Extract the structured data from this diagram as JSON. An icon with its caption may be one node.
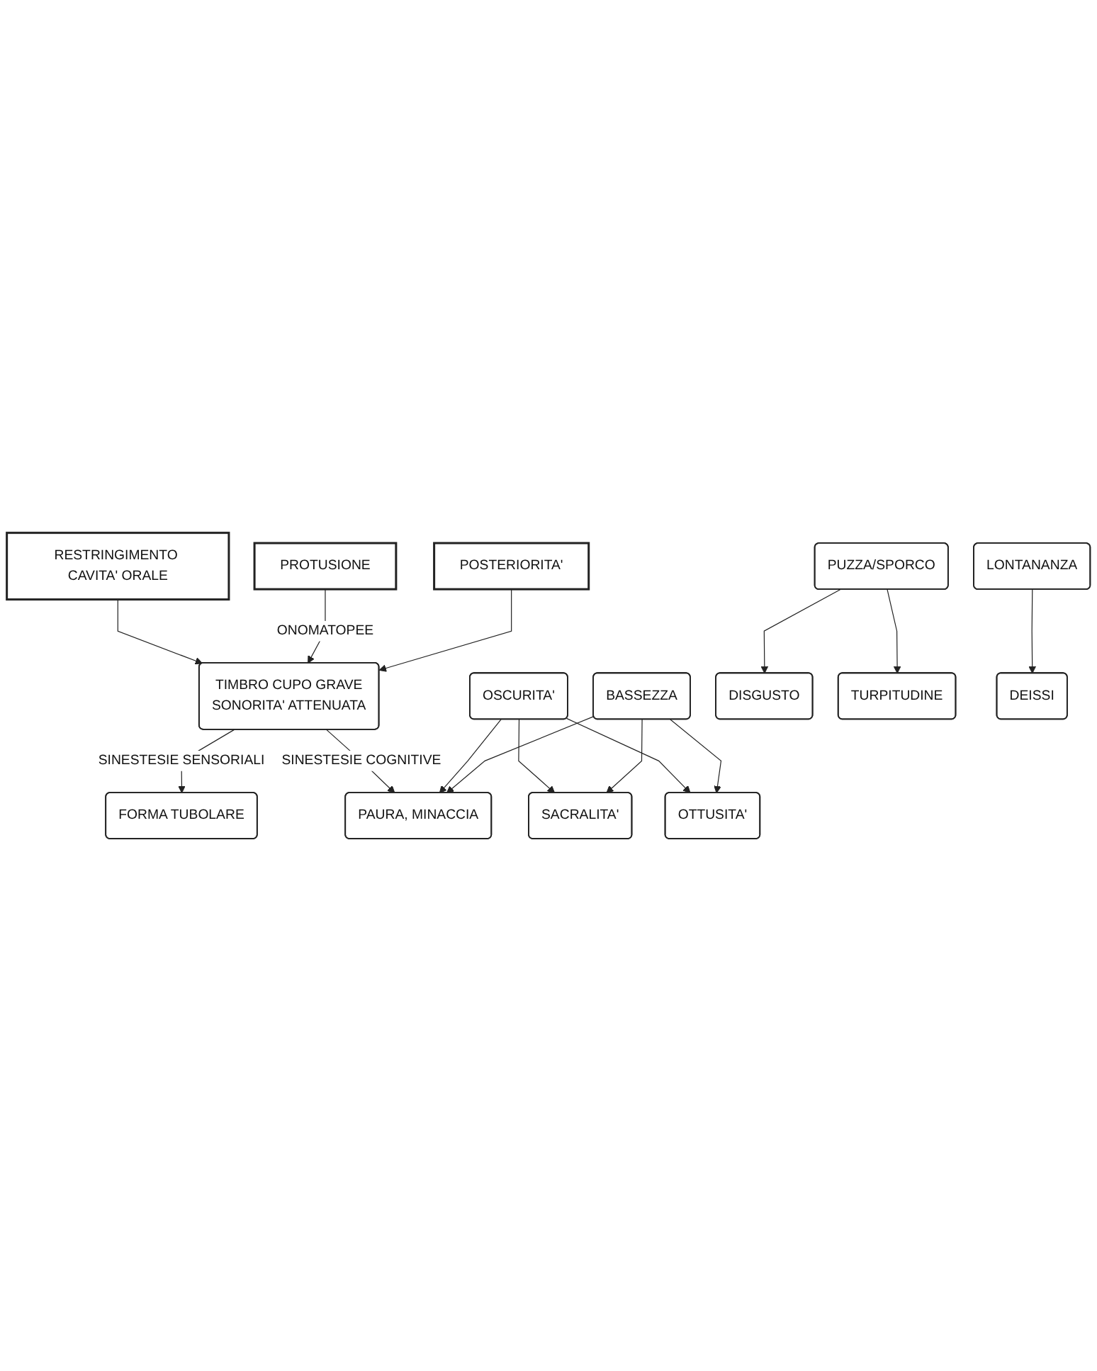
{
  "diagram": {
    "nodes": [
      {
        "text": [
          "RESTRINGIMENTO CAVITA' ORALE"
        ]
      },
      {
        "text": [
          "PROTUSIONE"
        ]
      },
      {
        "text": [
          "POSTERIORITA'"
        ]
      },
      {
        "text": [
          "TIMBRO CUPO GRAVE",
          "SONORITA' ATTENUATA"
        ]
      },
      {
        "text": [
          "FORMA TUBOLARE"
        ]
      },
      {
        "text": [
          "PAURA, MINACCIA"
        ]
      },
      {
        "text": [
          "OSCURITA'"
        ]
      },
      {
        "text": [
          "SACRALITA'"
        ]
      },
      {
        "text": [
          "BASSEZZA"
        ]
      },
      {
        "text": [
          "OTTUSITA'"
        ]
      },
      {
        "text": [
          "DISGUSTO"
        ]
      },
      {
        "text": [
          "PUZZA/SPORCO"
        ]
      },
      {
        "text": [
          "TURPITUDINE"
        ]
      },
      {
        "text": [
          "LONTANANZA"
        ]
      },
      {
        "text": [
          "DEISSI"
        ]
      }
    ],
    "edges": [
      {
        "from": 0,
        "to": 3,
        "arrow": "to"
      },
      {
        "from": 1,
        "to": 3,
        "arrow": "to",
        "label": "ONOMATOPEE"
      },
      {
        "from": 2,
        "to": 3,
        "arrow": "to"
      },
      {
        "from": 3,
        "to": 4,
        "arrow": "to",
        "label": "SINESTESIE SENSORIALI"
      },
      {
        "from": 3,
        "to": 5,
        "arrow": "to",
        "label": "SINESTESIE COGNITIVE"
      },
      {
        "from": 6,
        "to": 5,
        "arrow": "to"
      },
      {
        "from": 6,
        "to": 7,
        "arrow": "to"
      },
      {
        "from": 6,
        "to": 9,
        "arrow": "to"
      },
      {
        "from": 8,
        "to": 5,
        "arrow": "to"
      },
      {
        "from": 8,
        "to": 7,
        "arrow": "to"
      },
      {
        "from": 8,
        "to": 9,
        "arrow": "to"
      },
      {
        "from": 11,
        "to": 10,
        "arrow": "to"
      },
      {
        "from": 11,
        "to": 12,
        "arrow": "to"
      },
      {
        "from": 13,
        "to": 14,
        "arrow": "to"
      }
    ]
  }
}
